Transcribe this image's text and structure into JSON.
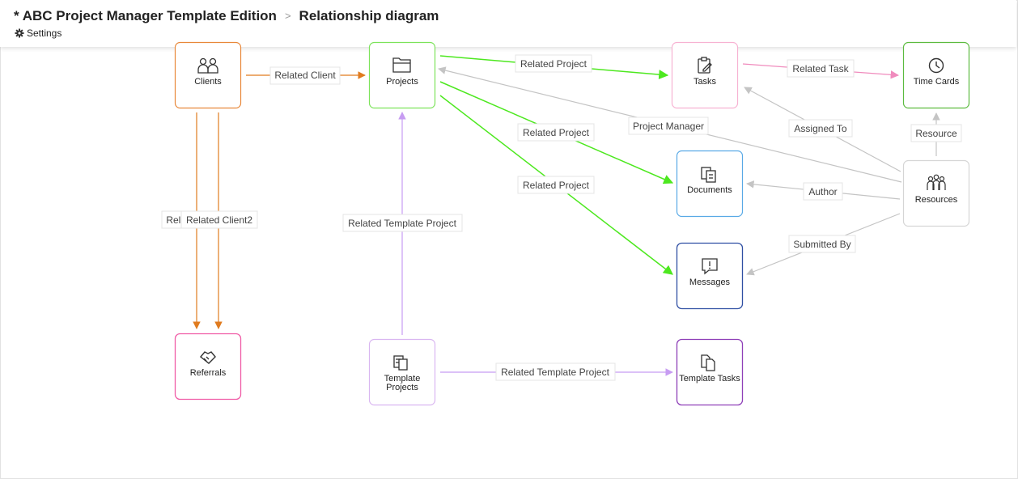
{
  "header": {
    "app_title": "* ABC Project Manager Template Edition",
    "separator": ">",
    "page_title": "Relationship diagram",
    "settings_label": "Settings"
  },
  "icons": {
    "settings": "gear-icon",
    "clients": "people-icon",
    "projects": "folder-icon",
    "tasks": "clipboard-edit-icon",
    "time_cards": "clock-icon",
    "documents": "documents-icon",
    "messages": "message-alert-icon",
    "resources": "group-icon",
    "referrals": "handshake-icon",
    "template_projects": "template-documents-icon",
    "template_tasks": "template-tasks-icon"
  },
  "nodes": [
    {
      "id": "clients",
      "label": "Clients",
      "color": "#e8883a",
      "icon": "people-icon"
    },
    {
      "id": "projects",
      "label": "Projects",
      "color": "#7ce35a",
      "icon": "folder-icon"
    },
    {
      "id": "tasks",
      "label": "Tasks",
      "color": "#f7b2d2",
      "icon": "clipboard-edit-icon"
    },
    {
      "id": "timecards",
      "label": "Time Cards",
      "color": "#5cbb3f",
      "icon": "clock-icon"
    },
    {
      "id": "documents",
      "label": "Documents",
      "color": "#58a9e6",
      "icon": "documents-icon"
    },
    {
      "id": "messages",
      "label": "Messages",
      "color": "#2f4fa3",
      "icon": "message-alert-icon"
    },
    {
      "id": "resources",
      "label": "Resources",
      "color": "#d5d5d5",
      "icon": "group-icon"
    },
    {
      "id": "referrals",
      "label": "Referrals",
      "color": "#f05ca6",
      "icon": "handshake-icon"
    },
    {
      "id": "templateprojects",
      "label": "Template\nProjects",
      "color": "#d9b6f1",
      "icon": "template-documents-icon"
    },
    {
      "id": "templatetasks",
      "label": "Template Tasks",
      "color": "#8e3fb8",
      "icon": "template-tasks-icon"
    }
  ],
  "edges": [
    {
      "from": "clients",
      "to": "projects",
      "label": "Related Client",
      "color": "#e07b1f"
    },
    {
      "from": "clients",
      "to": "referrals",
      "label": "Related Client",
      "color": "#e07b1f"
    },
    {
      "from": "clients",
      "to": "referrals",
      "label": "Related Client2",
      "color": "#e07b1f"
    },
    {
      "from": "projects",
      "to": "tasks",
      "label": "Related Project",
      "color": "#4de81f"
    },
    {
      "from": "projects",
      "to": "documents",
      "label": "Related Project",
      "color": "#4de81f"
    },
    {
      "from": "projects",
      "to": "messages",
      "label": "Related Project",
      "color": "#4de81f"
    },
    {
      "from": "tasks",
      "to": "timecards",
      "label": "Related Task",
      "color": "#f08bbd"
    },
    {
      "from": "resources",
      "to": "projects",
      "label": "Project Manager",
      "color": "#c4c4c4"
    },
    {
      "from": "resources",
      "to": "tasks",
      "label": "Assigned To",
      "color": "#c4c4c4"
    },
    {
      "from": "resources",
      "to": "timecards",
      "label": "Resource",
      "color": "#c4c4c4"
    },
    {
      "from": "resources",
      "to": "documents",
      "label": "Author",
      "color": "#c4c4c4"
    },
    {
      "from": "resources",
      "to": "messages",
      "label": "Submitted By",
      "color": "#c4c4c4"
    },
    {
      "from": "templateprojects",
      "to": "projects",
      "label": "Related Template Project",
      "color": "#c79cf2"
    },
    {
      "from": "templateprojects",
      "to": "templatetasks",
      "label": "Related Template Project",
      "color": "#c79cf2"
    }
  ]
}
